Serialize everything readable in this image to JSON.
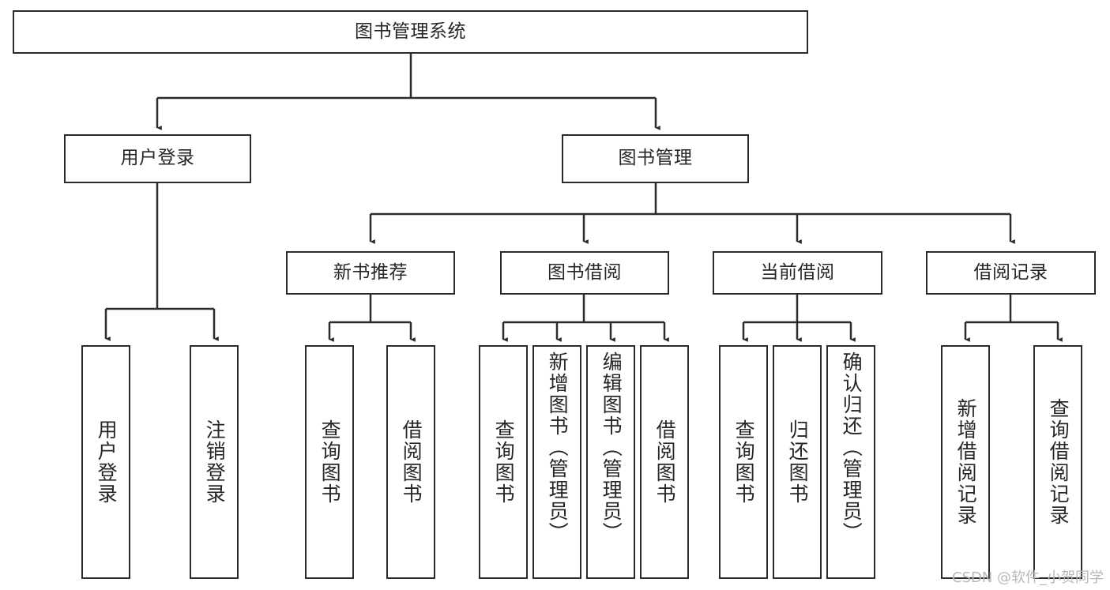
{
  "diagram": {
    "title": "图书管理系统",
    "type": "tree-hierarchy-diagram",
    "colors": {
      "stroke": "#2b2b2b",
      "fill": "#ffffff",
      "text": "#262626",
      "watermark": "#b8b8b8"
    },
    "root": {
      "label": "图书管理系统"
    },
    "level2": [
      {
        "label": "用户登录"
      },
      {
        "label": "图书管理"
      }
    ],
    "level3": [
      {
        "label": "新书推荐"
      },
      {
        "label": "图书借阅"
      },
      {
        "label": "当前借阅"
      },
      {
        "label": "借阅记录"
      }
    ],
    "leaves": {
      "user_login": [
        {
          "label": "用户登录"
        },
        {
          "label": "注销登录"
        }
      ],
      "new_book_recommend": [
        {
          "label": "查询图书"
        },
        {
          "label": "借阅图书"
        }
      ],
      "book_borrow": [
        {
          "label": "查询图书"
        },
        {
          "label": "新增图书（管理员）"
        },
        {
          "label": "编辑图书（管理员）"
        },
        {
          "label": "借阅图书"
        }
      ],
      "current_borrow": [
        {
          "label": "查询图书"
        },
        {
          "label": "归还图书"
        },
        {
          "label": "确认归还（管理员）"
        }
      ],
      "borrow_record": [
        {
          "label": "新增借阅记录"
        },
        {
          "label": "查询借阅记录"
        }
      ]
    }
  },
  "watermark": {
    "text": "CSDN @软件_小贺同学"
  }
}
